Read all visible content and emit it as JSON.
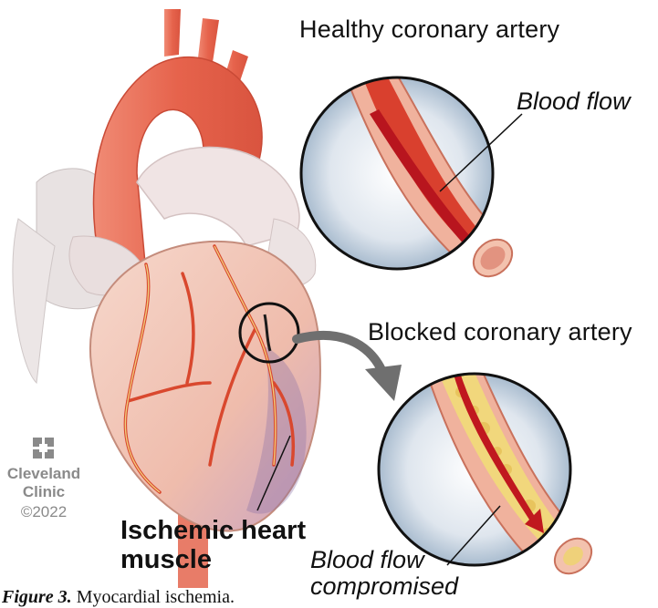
{
  "labels": {
    "healthy_title": "Healthy coronary artery",
    "healthy_flow": "Blood flow",
    "blocked_title": "Blocked coronary artery",
    "compromised_line1": "Blood flow",
    "compromised_line2": "compromised",
    "ischemic_line1": "Ischemic heart",
    "ischemic_line2": "muscle"
  },
  "logo": {
    "name_line1": "Cleveland",
    "name_line2": "Clinic",
    "copyright": "©2022"
  },
  "caption": {
    "figure": "Figure 3.",
    "text": "Myocardial ischemia."
  },
  "colors": {
    "aorta": "#e8705a",
    "heart_muscle": "#f1c3b3",
    "vessel": "#d9482e",
    "blood": "#c8202a",
    "plaque": "#f0d77e",
    "logo_gray": "#8a8a8a"
  }
}
